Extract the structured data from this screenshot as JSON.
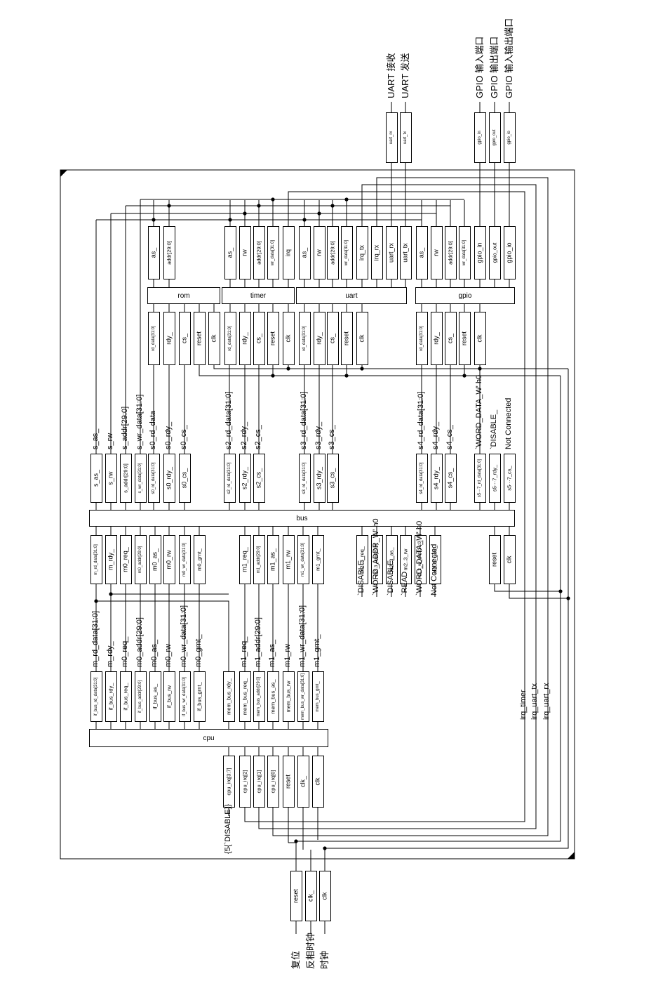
{
  "blocks": {
    "rom": "rom",
    "timer": "timer",
    "uart": "uart",
    "gpio": "gpio",
    "bus": "bus",
    "cpu": "cpu"
  },
  "rom": {
    "in": [
      "as_",
      "addr[29:0]"
    ],
    "out": [
      "rd_data[31:0]",
      "rdy_",
      "cs_",
      "reset",
      "clk"
    ]
  },
  "timer": {
    "in": [
      "as_",
      "rw",
      "addr[29:0]",
      "wr_data[31:0]",
      "irq"
    ],
    "out": [
      "rd_data[31:0]",
      "rdy_",
      "cs_",
      "reset",
      "clk"
    ]
  },
  "uart": {
    "in": [
      "as_",
      "rw",
      "addr[29:0]",
      "wr_data[31:0]",
      "irq_tx",
      "irq_rx",
      "uart_rx",
      "uart_tx"
    ],
    "out": [
      "rd_data[31:0]",
      "rdy_",
      "cs_",
      "reset",
      "clk"
    ]
  },
  "gpio": {
    "in": [
      "as_",
      "rw",
      "addr[29:0]",
      "wr_data[31:0]",
      "gpio_in",
      "gpio_out",
      "gpio_io"
    ],
    "out": [
      "rd_data[31:0]",
      "rdy_",
      "cs_",
      "reset",
      "clk"
    ]
  },
  "ext": {
    "uart_pins": [
      "uart_rx",
      "uart_tx"
    ],
    "uart_labels": [
      "UART 接收",
      "UART 发送"
    ],
    "gpio_pins": [
      "gpio_in",
      "gpio_out",
      "gpio_io"
    ],
    "gpio_labels": [
      "GPIO 输入端口",
      "GPIO 输出端口",
      "GPIO 输入输出端口"
    ],
    "clk_pins": [
      "reset",
      "clk_",
      "clk"
    ],
    "clk_labels": [
      "复位",
      "反相时钟",
      "时钟"
    ]
  },
  "bus": {
    "top_pins": [
      "s_as_",
      "s_rw",
      "s_addr[29:0]",
      "s_wr_data[31:0]",
      "s0_rd_data[31:0]",
      "s0_rdy_",
      "s0_cs_",
      "s2_rd_data[31:0]",
      "s2_rdy_",
      "s2_cs_",
      "s3_rd_data[31:0]",
      "s3_rdy_",
      "s3_cs_",
      "s4_rd_data[31:0]",
      "s4_rdy_",
      "s4_cs_",
      "s5···7_rd_data[31:0]",
      "s5···7_rdy_",
      "s5···7_cs_"
    ],
    "top_labels": [
      "s_as_",
      "s_rw",
      "s_addr[29:0]",
      "s_wr_data[31:0]",
      "s0_rd_data",
      "s0_rdy_",
      "s0_cs_",
      "s2_rd_data[31:0]",
      "s2_rdy_",
      "s2_cs_",
      "s3_rd_data[31:0]",
      "s3_rdy_",
      "s3_cs_",
      "s4_rd_data[31:0]",
      "s4_rdy_",
      "s4_cs_",
      "`WORD_DATA_W' h0",
      "`DISABLE_",
      "Not Connected"
    ],
    "bot_pins": [
      "m_rd_data[31:0]",
      "m_rdy_",
      "m0_req_",
      "m0_addr[29:0]",
      "m0_as_",
      "m0_rw",
      "m0_wr_data[31:0]",
      "m0_grnt_",
      "m1_req_",
      "m1_addr[29:0]",
      "m1_as_",
      "m1_rw",
      "m1_wr_data[31:0]",
      "m1_grnt_",
      "m2..3_req_",
      "m2..3_addr[29:0]",
      "m2..3_as_",
      "m2..3_rw",
      "m2..3_wr_data[31:0]",
      "m2..3_grnt_",
      "reset",
      "clk"
    ],
    "m23_labels": [
      "`DISABLE_",
      "`WORD_ADDR_W' h0",
      "`DISABLE_",
      "`READ",
      "`WORD_DATA_W' h0",
      "Not Connected"
    ]
  },
  "cpu": {
    "top_pins": [
      "if_bus_rd_data[31:0]",
      "if_bus_rdy_",
      "if_bus_req_",
      "if_bus_addr[29:0]",
      "if_bus_as_",
      "if_bus_rw",
      "if_bus_wr_data[31:0]",
      "if_bus_grnt_",
      "mem_bus_rdy_",
      "mem_bus_req_",
      "mem_bus_addr[29:0]",
      "mem_bus_as_",
      "mem_bus_rw",
      "mem_bus_wr_data[31:0]",
      "mem_bus_grnt_"
    ],
    "mid_labels": [
      "m_rd_data[31:0]",
      "m_rdy_",
      "m0_req_",
      "m0_addr[29:0]",
      "m0_as_",
      "m0_rw",
      "m0_wr_data[31:0]",
      "m0_grnt_",
      "m1_req_",
      "m1_addr[29:0]",
      "m1_as_",
      "m1_rw",
      "m1_wr_data[31:0]",
      "m1_grnt_"
    ],
    "bot_pins": [
      "cpu_irq[3:7]",
      "cpu_irq[2]",
      "cpu_irq[1]",
      "cpu_irq[0]",
      "reset",
      "clk_",
      "clk"
    ],
    "irq_const": "{5{`DISABLE}}"
  },
  "irq_labels": [
    "irq_timer",
    "irq_uart_tx",
    "irq_uart_rx"
  ]
}
